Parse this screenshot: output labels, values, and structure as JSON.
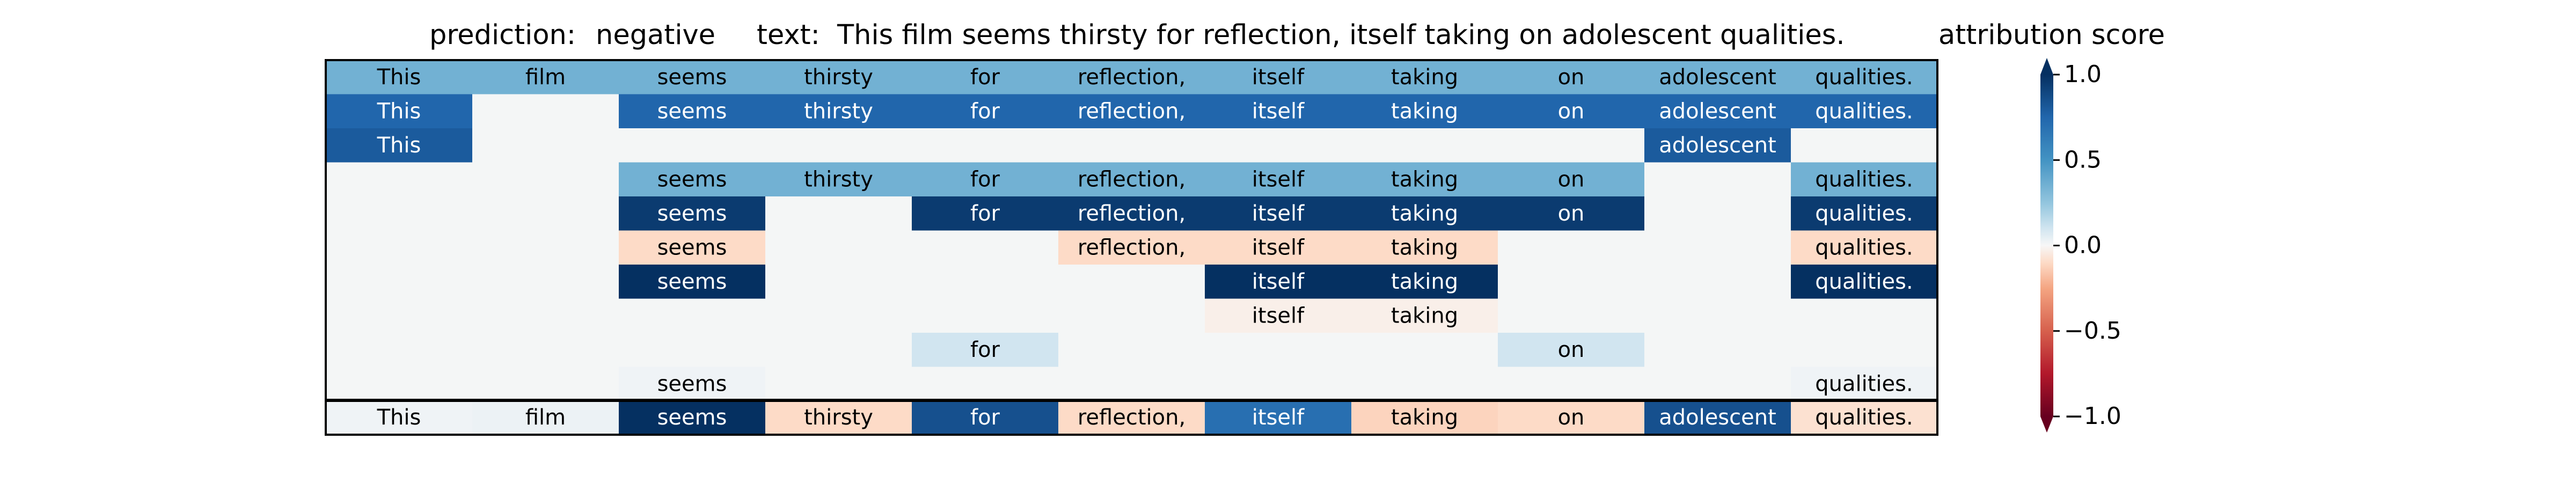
{
  "header": {
    "prediction_label": "prediction:",
    "prediction_value": "negative",
    "text_label": "text:",
    "text_value": "This film seems thirsty for reflection, itself taking on adolescent qualities."
  },
  "chart_data": {
    "type": "heatmap",
    "tokens": [
      "This",
      "film",
      "seems",
      "thirsty",
      "for",
      "reflection,",
      "itself",
      "taking",
      "on",
      "adolescent",
      "qualities."
    ],
    "rows": [
      [
        0.35,
        0.35,
        0.35,
        0.35,
        0.35,
        0.35,
        0.35,
        0.35,
        0.35,
        0.35,
        0.35
      ],
      [
        0.75,
        0.0,
        0.75,
        0.75,
        0.75,
        0.75,
        0.75,
        0.75,
        0.75,
        0.75,
        0.75
      ],
      [
        0.8,
        0.0,
        0.0,
        0.0,
        0.0,
        0.0,
        0.0,
        0.0,
        0.0,
        0.8,
        0.0
      ],
      [
        0.0,
        0.0,
        0.35,
        0.35,
        0.35,
        0.35,
        0.35,
        0.35,
        0.35,
        0.0,
        0.35
      ],
      [
        0.0,
        0.0,
        0.95,
        0.0,
        0.95,
        0.95,
        0.95,
        0.95,
        0.95,
        0.0,
        0.95
      ],
      [
        0.0,
        0.0,
        -0.1,
        0.0,
        0.0,
        -0.1,
        -0.1,
        -0.1,
        0.0,
        0.0,
        -0.1
      ],
      [
        0.0,
        0.0,
        1.0,
        0.0,
        0.0,
        0.0,
        1.0,
        1.0,
        0.0,
        0.0,
        1.0
      ],
      [
        0.0,
        0.0,
        0.0,
        0.0,
        0.0,
        0.0,
        -0.03,
        -0.03,
        0.0,
        0.0,
        0.0
      ],
      [
        0.0,
        0.0,
        0.0,
        0.0,
        0.1,
        0.0,
        0.0,
        0.0,
        0.1,
        0.0,
        0.0
      ],
      [
        0.0,
        0.0,
        0.02,
        0.0,
        0.0,
        0.0,
        0.0,
        0.0,
        0.0,
        0.0,
        0.02
      ]
    ],
    "row_labels_shown": [
      [
        true,
        true,
        true,
        true,
        true,
        true,
        true,
        true,
        true,
        true,
        true
      ],
      [
        true,
        false,
        true,
        true,
        true,
        true,
        true,
        true,
        true,
        true,
        true
      ],
      [
        true,
        false,
        false,
        false,
        false,
        false,
        false,
        false,
        false,
        true,
        false
      ],
      [
        false,
        false,
        true,
        true,
        true,
        true,
        true,
        true,
        true,
        false,
        true
      ],
      [
        false,
        false,
        true,
        false,
        true,
        true,
        true,
        true,
        true,
        false,
        true
      ],
      [
        false,
        false,
        true,
        false,
        false,
        true,
        true,
        true,
        false,
        false,
        true
      ],
      [
        false,
        false,
        true,
        false,
        false,
        false,
        true,
        true,
        false,
        false,
        true
      ],
      [
        false,
        false,
        false,
        false,
        false,
        false,
        true,
        true,
        false,
        false,
        false
      ],
      [
        false,
        false,
        false,
        false,
        true,
        false,
        false,
        false,
        true,
        false,
        false
      ],
      [
        false,
        false,
        true,
        false,
        false,
        false,
        false,
        false,
        false,
        false,
        true
      ]
    ],
    "summary_row": [
      0.02,
      0.03,
      1.0,
      -0.1,
      0.85,
      -0.1,
      0.7,
      -0.12,
      -0.1,
      0.85,
      -0.08
    ],
    "colorbar": {
      "title": "attribution score",
      "range": [
        -1.0,
        1.0
      ],
      "ticks": [
        "1.0",
        "0.5",
        "0.0",
        "−0.5",
        "−1.0"
      ],
      "tick_values": [
        1.0,
        0.5,
        0.0,
        -0.5,
        -1.0
      ],
      "colormap": "RdBu"
    }
  }
}
